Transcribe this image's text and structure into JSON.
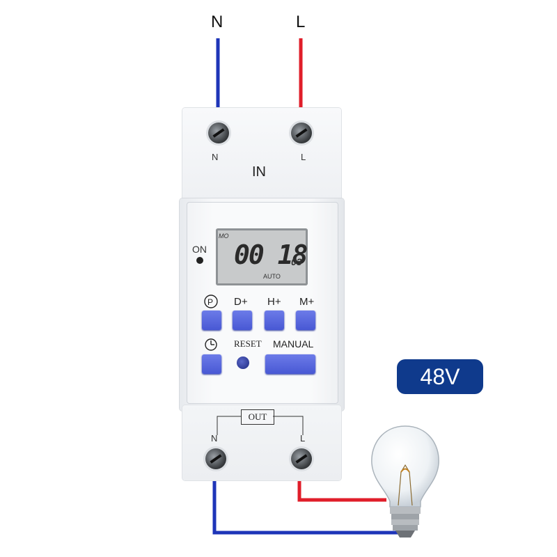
{
  "wires": {
    "top_neutral_label": "N",
    "top_live_label": "L",
    "neutral_color": "#1e35b8",
    "live_color": "#e01e2a"
  },
  "device": {
    "in_label": "IN",
    "terminal_n": "N",
    "terminal_l": "L",
    "on_label": "ON",
    "out_label": "OUT",
    "out_terminal_n": "N",
    "out_terminal_l": "L"
  },
  "lcd": {
    "day": "MO",
    "time": "00 18",
    "seconds": "03",
    "mode": "AUTO"
  },
  "buttons": {
    "program_icon": "program-icon",
    "day_label": "D+",
    "hour_label": "H+",
    "minute_label": "M+",
    "clock_icon": "clock-icon",
    "reset_label": "RESET",
    "manual_label": "MANUAL",
    "button_color": "#5566dd"
  },
  "badge": {
    "voltage": "48V",
    "color": "#0f3a8c"
  }
}
